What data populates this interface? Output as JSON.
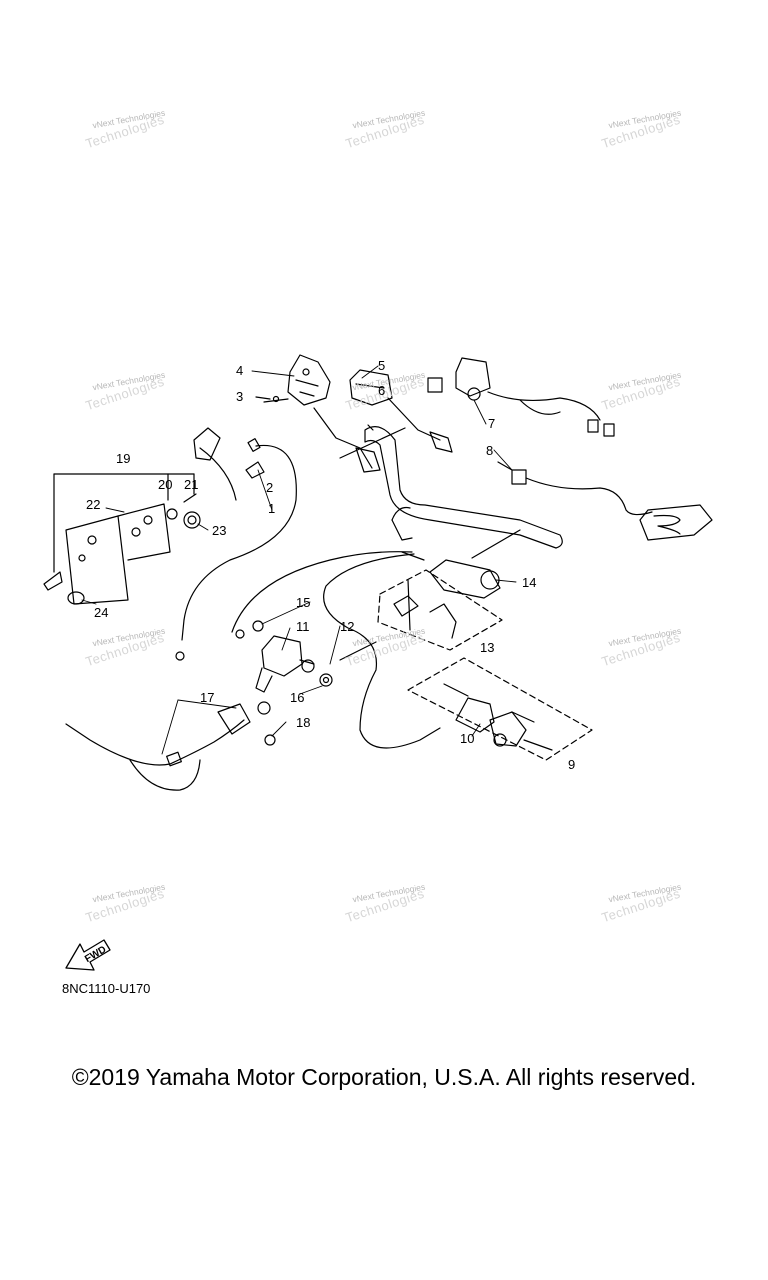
{
  "watermark": {
    "line1": "vNext Technologies",
    "line2": "Technologies"
  },
  "callouts": [
    "1",
    "2",
    "3",
    "4",
    "5",
    "6",
    "7",
    "8",
    "9",
    "10",
    "11",
    "12",
    "13",
    "14",
    "15",
    "16",
    "17",
    "18",
    "19",
    "20",
    "21",
    "22",
    "23",
    "24"
  ],
  "fwd_label": "FWD",
  "diagram_code": "8NC1110-U170",
  "copyright": "©2019 Yamaha Motor Corporation, U.S.A. All rights reserved."
}
